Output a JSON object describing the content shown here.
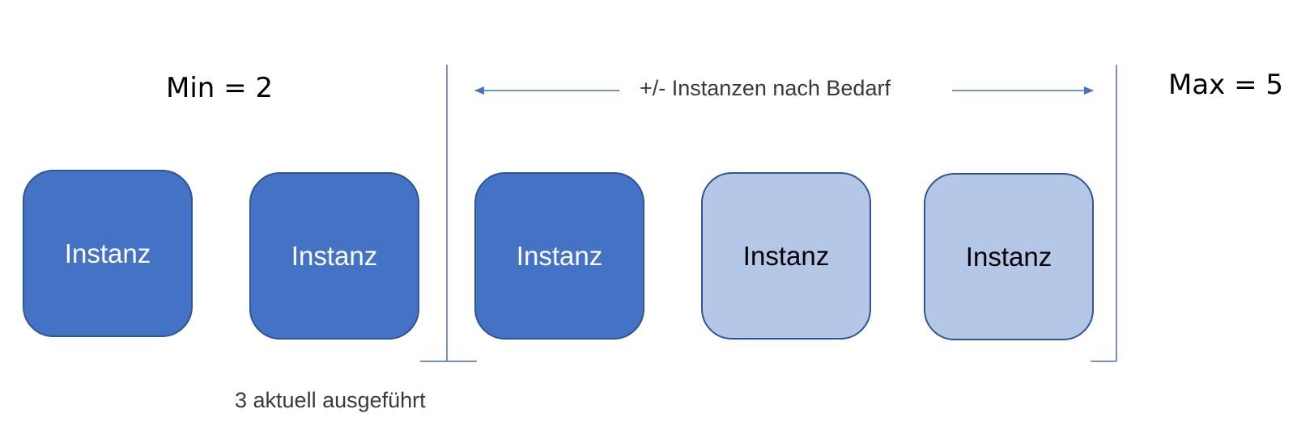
{
  "min_label": "Min = 2",
  "max_label": "Max = 5",
  "range_label": "+/- Instanzen nach Bedarf",
  "running_label": "3 aktuell ausgeführt",
  "instances": [
    {
      "label": "Instanz",
      "state": "active"
    },
    {
      "label": "Instanz",
      "state": "active"
    },
    {
      "label": "Instanz",
      "state": "active"
    },
    {
      "label": "Instanz",
      "state": "idle"
    },
    {
      "label": "Instanz",
      "state": "idle"
    }
  ],
  "colors": {
    "active_fill": "#4472c4",
    "idle_fill": "#b4c7e7",
    "border": "#2f5597",
    "line": "#4a6fa5"
  }
}
